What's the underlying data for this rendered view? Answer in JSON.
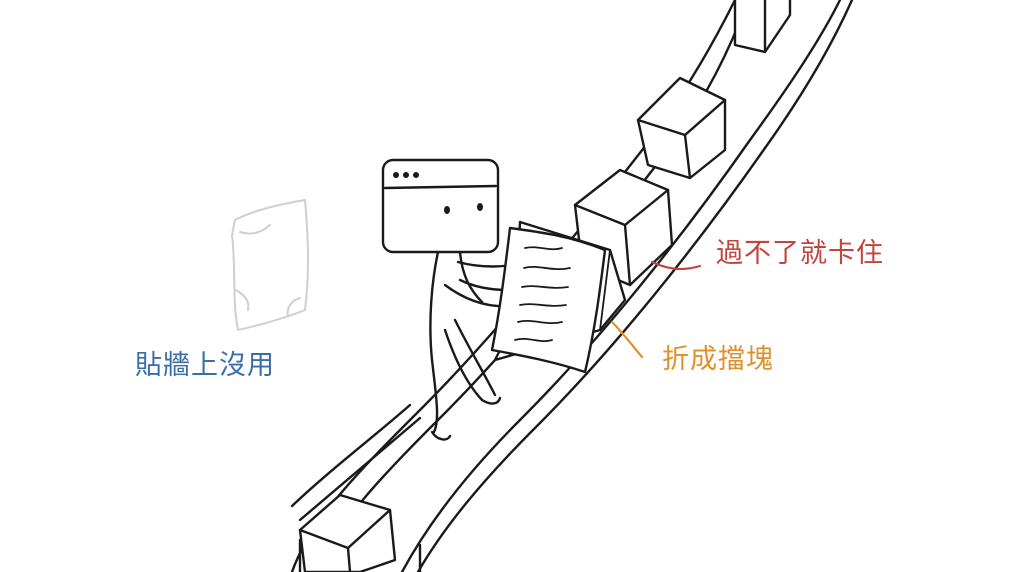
{
  "annotations": {
    "stuck": {
      "text": "過不了就卡住",
      "color": "#c0453e"
    },
    "fold": {
      "text": "折成擋塊",
      "color": "#e0902a"
    },
    "wall": {
      "text": "貼牆上沒用",
      "color": "#3a6ea8"
    }
  },
  "icons": {
    "character": "browser-window-head-character",
    "document": "document-icon",
    "crumpled_paper": "crumpled-paper-icon"
  }
}
